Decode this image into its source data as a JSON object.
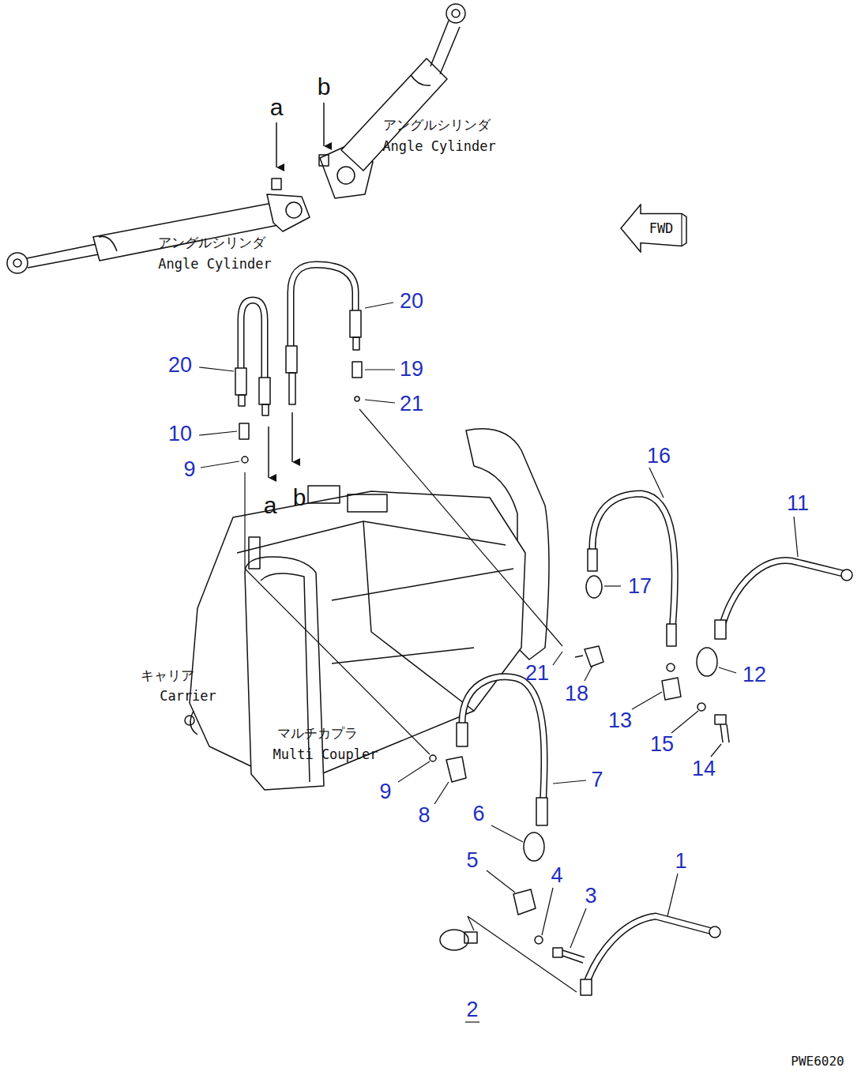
{
  "diagram": {
    "nodes": [
      {
        "text": [
          "FWD"
        ]
      }
    ],
    "labels": [
      "a",
      "b",
      "アングルシリンダ",
      "Angle Cylinder",
      "アングルシリンダ",
      "Angle Cylinder",
      "キャリア",
      "Carrier",
      "マルチカプラ",
      "Multi Coupler",
      "a",
      "b",
      "20",
      "20",
      "19",
      "21",
      "10",
      "9",
      "16",
      "11",
      "17",
      "12",
      "18",
      "21",
      "13",
      "15",
      "14",
      "9",
      "8",
      "7",
      "6",
      "5",
      "4",
      "3",
      "1",
      "2",
      "PWE6020"
    ]
  }
}
